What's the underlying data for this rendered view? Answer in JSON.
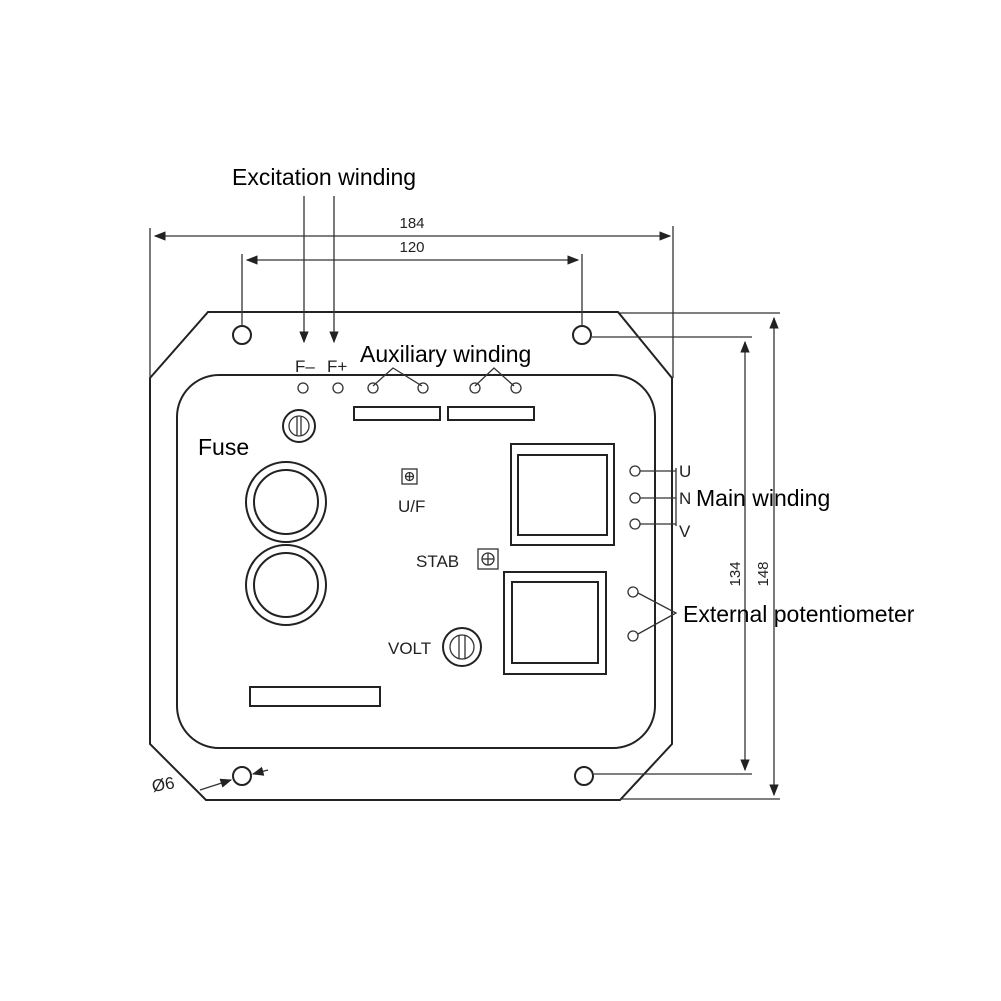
{
  "labels": {
    "excitation_winding": "Excitation winding",
    "auxiliary_winding": "Auxiliary winding",
    "fuse": "Fuse",
    "main_winding": "Main winding",
    "external_potentiometer": "External potentiometer"
  },
  "terminals": {
    "f_minus": "F–",
    "f_plus": "F+",
    "u": "U",
    "n": "N",
    "v": "V"
  },
  "controls": {
    "uf": "U/F",
    "stab": "STAB",
    "volt": "VOLT"
  },
  "dimensions": {
    "overall_width": "184",
    "hole_spacing_horizontal": "120",
    "hole_spacing_vertical": "134",
    "overall_height": "148",
    "hole_diameter": "Ø6"
  }
}
